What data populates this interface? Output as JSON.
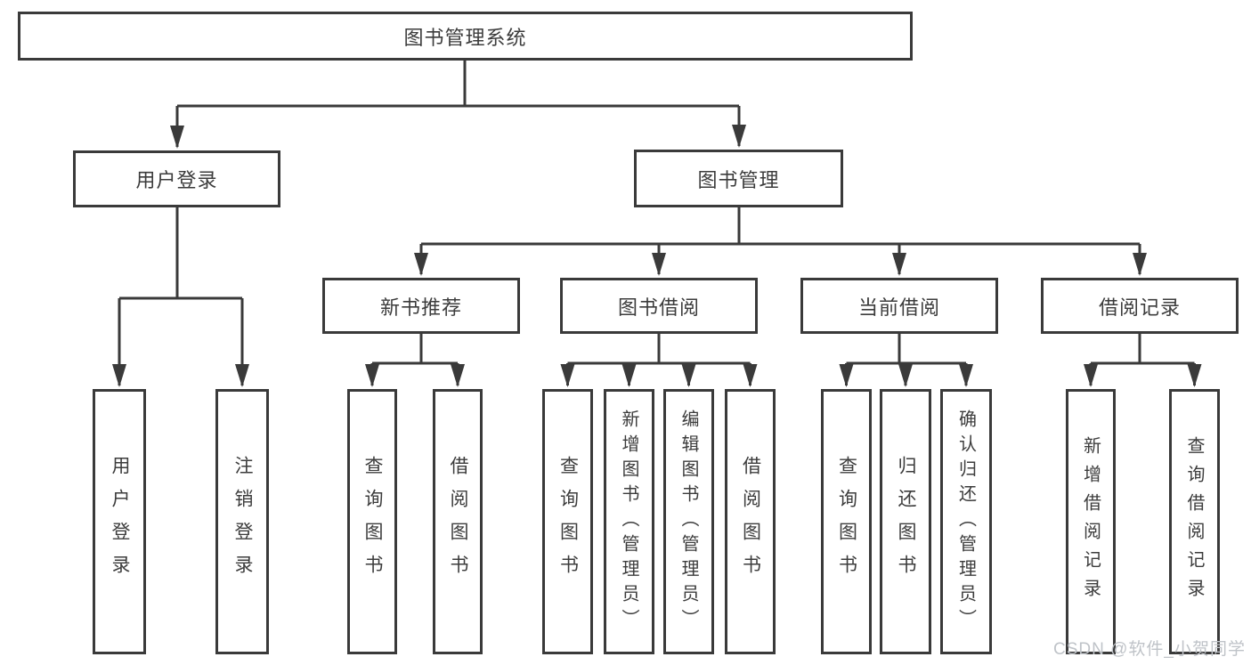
{
  "diagram": {
    "title": "图书管理系统",
    "root": {
      "label": "图书管理系统"
    },
    "level2": [
      {
        "id": "user-login",
        "label": "用户登录"
      },
      {
        "id": "book-management",
        "label": "图书管理"
      }
    ],
    "level3": [
      {
        "id": "new-book-recommend",
        "label": "新书推荐",
        "parent": "book-management"
      },
      {
        "id": "book-borrow",
        "label": "图书借阅",
        "parent": "book-management"
      },
      {
        "id": "current-borrow",
        "label": "当前借阅",
        "parent": "book-management"
      },
      {
        "id": "borrow-records",
        "label": "借阅记录",
        "parent": "book-management"
      }
    ],
    "leaves": [
      {
        "id": "user-login-leaf",
        "label": "用户登录",
        "parent": "user-login"
      },
      {
        "id": "logout",
        "label": "注销登录",
        "parent": "user-login"
      },
      {
        "id": "query-books-1",
        "label": "查询图书",
        "parent": "new-book-recommend"
      },
      {
        "id": "borrow-books-1",
        "label": "借阅图书",
        "parent": "new-book-recommend"
      },
      {
        "id": "query-books-2",
        "label": "查询图书",
        "parent": "book-borrow"
      },
      {
        "id": "add-book-admin",
        "label": "新增图书（管理员）",
        "parent": "book-borrow"
      },
      {
        "id": "edit-book-admin",
        "label": "编辑图书（管理员）",
        "parent": "book-borrow"
      },
      {
        "id": "borrow-books-2",
        "label": "借阅图书",
        "parent": "book-borrow"
      },
      {
        "id": "query-books-3",
        "label": "查询图书",
        "parent": "current-borrow"
      },
      {
        "id": "return-book",
        "label": "归还图书",
        "parent": "current-borrow"
      },
      {
        "id": "confirm-return-admin",
        "label": "确认归还（管理员）",
        "parent": "current-borrow"
      },
      {
        "id": "add-borrow-record",
        "label": "新增借阅记录",
        "parent": "borrow-records"
      },
      {
        "id": "query-borrow-record",
        "label": "查询借阅记录",
        "parent": "borrow-records"
      }
    ]
  },
  "watermark": {
    "text": "CSDN @软件_小贺同学"
  },
  "colors": {
    "line": "#3a3a3a",
    "text": "#3c3c3c",
    "box_fill": "#ffffff",
    "watermark": "#bfc3c8",
    "background": "#ffffff"
  }
}
